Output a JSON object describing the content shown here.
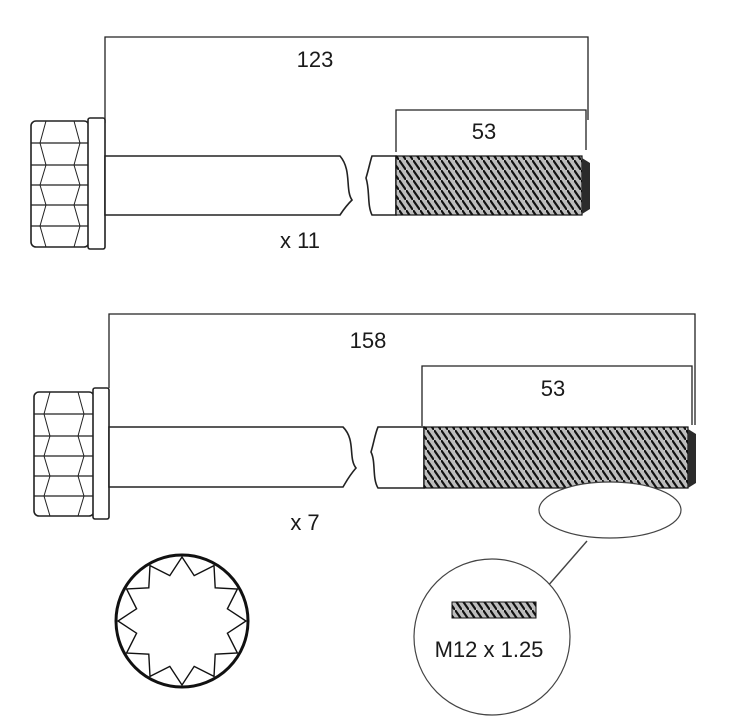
{
  "bolt_short": {
    "overall_length": "123",
    "thread_length": "53",
    "quantity": "x 11"
  },
  "bolt_long": {
    "overall_length": "158",
    "thread_length": "53",
    "quantity": "x 7"
  },
  "thread_spec": "M12 x 1.25",
  "colors": {
    "ink": "#222222",
    "thread_fill": "#2b2b2b",
    "paper": "#ffffff"
  },
  "icons": {
    "head_drive": "12-point-star-socket-icon"
  }
}
